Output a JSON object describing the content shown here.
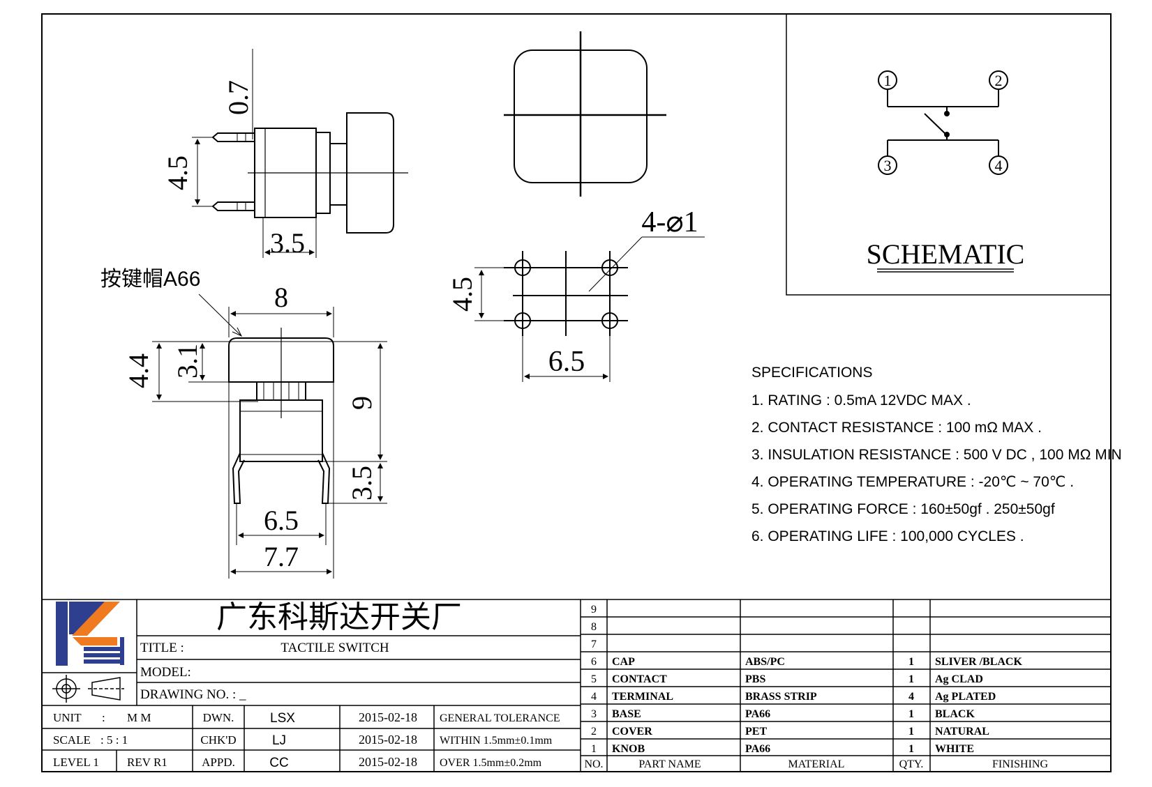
{
  "drawing": {
    "dimensions": {
      "pin_offset": "0.7",
      "pin_pitch_side": "4.5",
      "body_depth": "3.5",
      "cap_width": "8",
      "cap_total_height": "4.4",
      "cap_height": "3.1",
      "overall_height": "9",
      "lead_length": "3.5",
      "pin_span": "6.5",
      "body_width": "7.7",
      "hole_spec": "4-⌀1",
      "hole_pitch_v": "4.5",
      "hole_pitch_h": "6.5"
    },
    "cap_label": "按键帽A66",
    "pins": [
      "1",
      "2",
      "3",
      "4"
    ],
    "schematic_label": "SCHEMATIC"
  },
  "specifications": {
    "heading": "SPECIFICATIONS",
    "items": [
      "1. RATING : 0.5mA 12VDC MAX .",
      "2. CONTACT RESISTANCE : 100 mΩ MAX .",
      "3. INSULATION RESISTANCE : 500 V DC , 100 MΩ MIN",
      "4. OPERATING TEMPERATURE : -20℃ ~ 70℃ .",
      "5. OPERATING FORCE : 160±50gf . 250±50gf",
      "6. OPERATING LIFE : 100,000 CYCLES ."
    ]
  },
  "title_block": {
    "company": "广东科斯达开关厂",
    "title_label": "TITLE :",
    "title_value": "TACTILE SWITCH",
    "model_label": "MODEL:",
    "drawing_no_label": "DRAWING NO. : _",
    "unit_label": "UNIT",
    "unit_colon": ":",
    "unit_value": "M M",
    "scale_label": "SCALE",
    "scale_value": ":  5 : 1",
    "level_label": "LEVEL 1",
    "rev_label": "REV  R1",
    "rows": [
      {
        "role": "DWN.",
        "name": "LSX",
        "date": "2015-02-18",
        "tol": "GENERAL TOLERANCE"
      },
      {
        "role": "CHK'D",
        "name": "LJ",
        "date": "2015-02-18",
        "tol": "WITHIN 1.5mm±0.1mm"
      },
      {
        "role": "APPD.",
        "name": "CC",
        "date": "2015-02-18",
        "tol": "OVER   1.5mm±0.2mm"
      }
    ]
  },
  "bom": {
    "headers": {
      "no": "NO.",
      "part": "PART  NAME",
      "material": "MATERIAL",
      "qty": "QTY.",
      "finishing": "FINISHING"
    },
    "rows": [
      {
        "no": "9",
        "part": "",
        "material": "",
        "qty": "",
        "finishing": ""
      },
      {
        "no": "8",
        "part": "",
        "material": "",
        "qty": "",
        "finishing": ""
      },
      {
        "no": "7",
        "part": "",
        "material": "",
        "qty": "",
        "finishing": ""
      },
      {
        "no": "6",
        "part": "CAP",
        "material": "ABS/PC",
        "qty": "1",
        "finishing": "SLIVER /BLACK"
      },
      {
        "no": "5",
        "part": "CONTACT",
        "material": "PBS",
        "qty": "1",
        "finishing": "Ag CLAD"
      },
      {
        "no": "4",
        "part": "TERMINAL",
        "material": "BRASS STRIP",
        "qty": "4",
        "finishing": "Ag PLATED"
      },
      {
        "no": "3",
        "part": "BASE",
        "material": "PA66",
        "qty": "1",
        "finishing": "BLACK"
      },
      {
        "no": "2",
        "part": "COVER",
        "material": "PET",
        "qty": "1",
        "finishing": "NATURAL"
      },
      {
        "no": "1",
        "part": "KNOB",
        "material": "PA66",
        "qty": "1",
        "finishing": "WHITE"
      }
    ]
  },
  "colors": {
    "logo_blue": "#2f3f8f",
    "logo_orange": "#f07a1f",
    "line": "#000000"
  }
}
